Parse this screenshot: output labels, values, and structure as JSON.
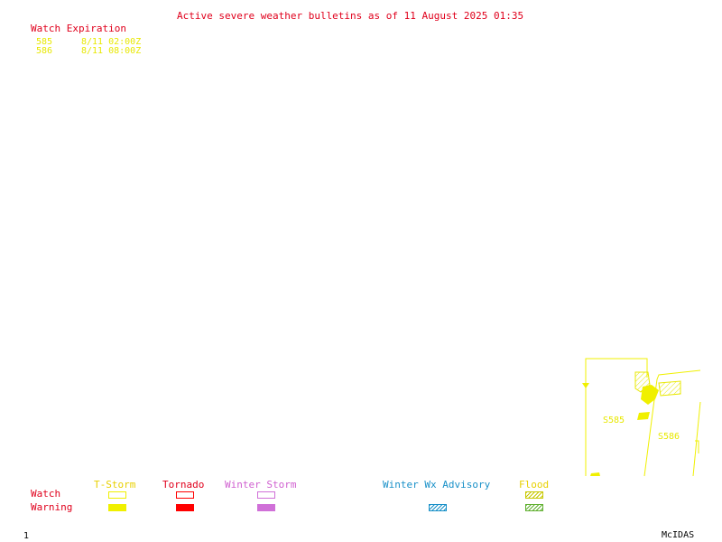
{
  "header": {
    "title": "Active severe weather bulletins as of 11 August 2025 01:35"
  },
  "watch_expiration": {
    "heading": "Watch Expiration",
    "rows": [
      {
        "id": "585",
        "expires": "8/11 02:00Z"
      },
      {
        "id": "586",
        "expires": "8/11 08:00Z"
      }
    ]
  },
  "map": {
    "labels": [
      "S585",
      "S586"
    ]
  },
  "legend": {
    "row_labels": {
      "watch": "Watch",
      "warning": "Warning"
    },
    "columns": [
      {
        "label": "T-Storm",
        "color": "#f0f000"
      },
      {
        "label": "Tornado",
        "color": "#ff0000"
      },
      {
        "label": "Winter Storm",
        "color": "#d070d8"
      },
      {
        "label": "Winter Wx Advisory",
        "color": "#1890c8"
      },
      {
        "label": "Flood",
        "color": "#c8c800"
      }
    ]
  },
  "footer": {
    "frame_number": "1",
    "brand": "McIDAS"
  }
}
